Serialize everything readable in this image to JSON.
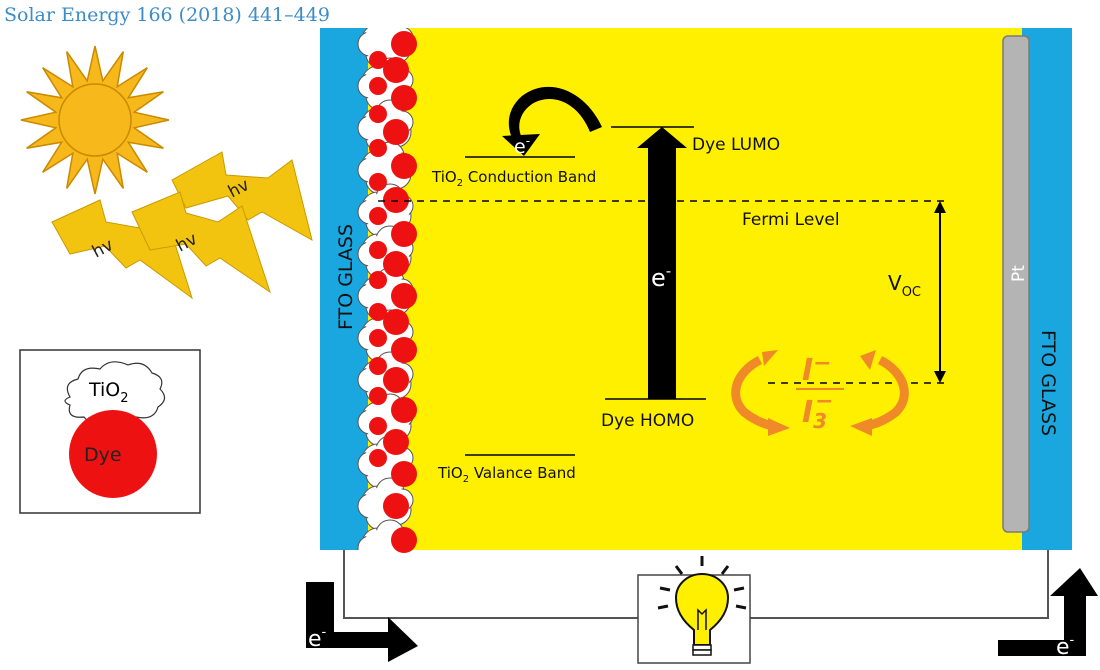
{
  "citation": "Solar Energy 166 (2018) 441–449",
  "colors": {
    "cell_fill": "#FFF000",
    "fto_glass": "#1AA7E0",
    "pt_electrode": "#B4B4B4",
    "dye": "#EE1111",
    "tio2": "#FFFFFF",
    "sun": "#F6B81A",
    "lightning": "#F2C40F",
    "redox_arrows": "#F08A28",
    "arrow_black": "#000000"
  },
  "icons": [
    "sun-icon",
    "lightning-icon",
    "lightbulb-icon",
    "arrow-icon"
  ],
  "light": {
    "photon_label": "hv"
  },
  "legend": {
    "tio2_label": "TiO",
    "tio2_sub": "2",
    "dye_label": "Dye"
  },
  "cell": {
    "left_electrode": "FTO GLASS",
    "right_electrode": "FTO GLASS",
    "counter_electrode": "Pt"
  },
  "levels": {
    "dye_lumo": "Dye LUMO",
    "dye_homo": "Dye HOMO",
    "tio2_cb_main": "TiO",
    "tio2_cb_sub": "2",
    "tio2_cb_rest": " Conduction Band",
    "tio2_vb_main": "TiO",
    "tio2_vb_sub": "2",
    "tio2_vb_rest": " Valance Band",
    "fermi": "Fermi Level",
    "voc_main": "V",
    "voc_sub": "OC"
  },
  "electron": {
    "symbol": "e",
    "charge": "-"
  },
  "redox": {
    "iodide_main": "I",
    "iodide_charge": "−",
    "triiodide_main": "I",
    "triiodide_sub": "3",
    "triiodide_charge": "−"
  }
}
